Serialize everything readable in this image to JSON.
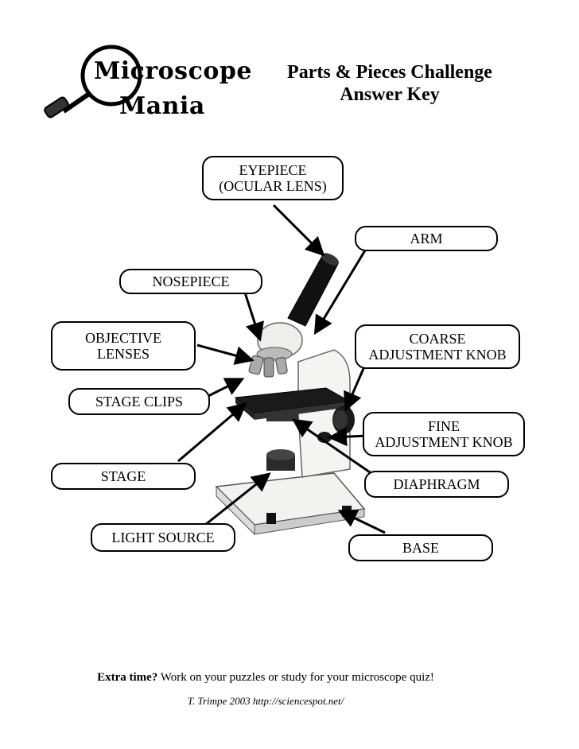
{
  "logo": {
    "line1": "Microscope",
    "line2": "Mania"
  },
  "header": {
    "title": "Parts & Pieces Challenge",
    "subtitle": "Answer Key"
  },
  "labels": {
    "eyepiece": [
      "EYEPIECE",
      "(OCULAR   LENS)"
    ],
    "arm": [
      "ARM"
    ],
    "nosepiece": [
      "NOSEPIECE"
    ],
    "objective": [
      "OBJECTIVE",
      "LENSES"
    ],
    "coarse": [
      "COARSE",
      "ADJUSTMENT  KNOB"
    ],
    "stage_clips": [
      "STAGE CLIPS"
    ],
    "fine": [
      "FINE",
      "ADJUSTMENT  KNOB"
    ],
    "stage": [
      "STAGE"
    ],
    "diaphragm": [
      "DIAPHRAGM"
    ],
    "light_source": [
      "LIGHT SOURCE"
    ],
    "base": [
      "BASE"
    ]
  },
  "footer": {
    "extra_bold": "Extra time?",
    "extra_text": " Work on your puzzles or study for your microscope quiz!",
    "credit": "T. Trimpe 2003   http://sciencespot.net/"
  },
  "colors": {
    "ink": "#000000",
    "body": "#f2f2f0",
    "dark": "#1a1a1a"
  }
}
